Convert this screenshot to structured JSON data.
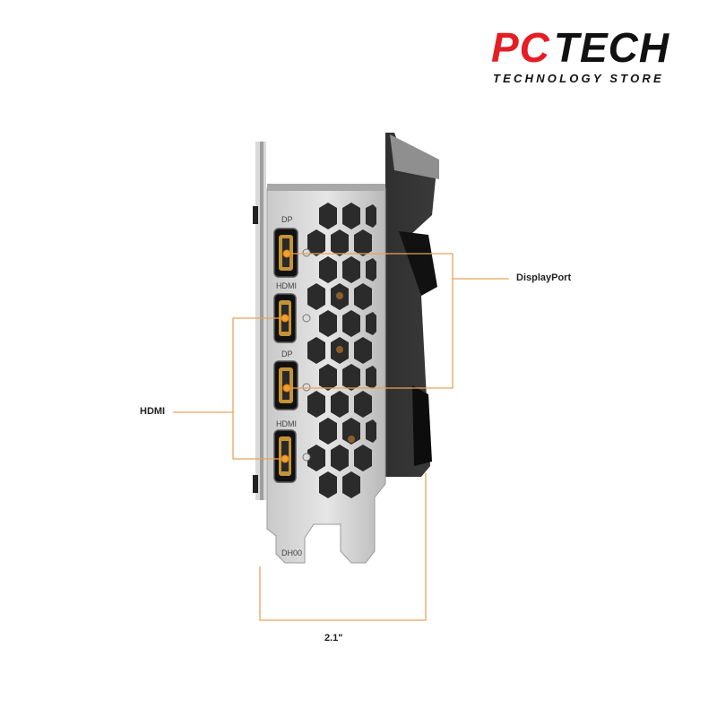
{
  "brand": {
    "name_part1": "PC",
    "name_part2": "TECH",
    "tagline": "TECHNOLOGY STORE",
    "colors": {
      "accent_red": "#e31e24",
      "dark": "#111111"
    }
  },
  "callouts": {
    "displayport_label": "DisplayPort",
    "hdmi_label": "HDMI",
    "width_label": "2.1\"",
    "line_color": "#e8a35a"
  },
  "bracket_port_labels": [
    "DP",
    "HDMI",
    "DP",
    "HDMI"
  ]
}
